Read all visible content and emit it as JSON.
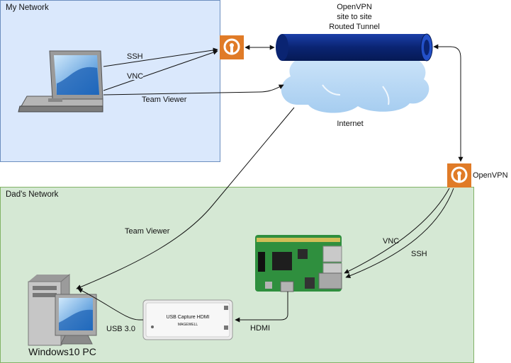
{
  "zones": {
    "my_network": "My Network",
    "dads_network": "Dad's Network"
  },
  "tunnel": {
    "title_line1": "OpenVPN",
    "title_line2": "site to site",
    "title_line3": "Routed Tunnel"
  },
  "internet_label": "Internet",
  "openvpn_gateway_label": "OpenVPN",
  "connections": {
    "ssh_top": "SSH",
    "vnc_top": "VNC",
    "teamviewer_top": "Team Viewer",
    "teamviewer_down": "Team Viewer",
    "vnc_right": "VNC",
    "ssh_right": "SSH",
    "hdmi": "HDMI",
    "usb": "USB 3.0"
  },
  "capture_device": {
    "label": "USB Capture HDMI",
    "brand": "MAGEWELL"
  },
  "pc_label": "Windows10 PC",
  "colors": {
    "my_network_fill": "#dae8fc",
    "my_network_stroke": "#6c8ebf",
    "dads_network_fill": "#d5e8d4",
    "dads_network_stroke": "#82b366",
    "openvpn_orange": "#e07b27",
    "tunnel_blue": "#0b2c8a",
    "cloud_blue": "#b9d8f5",
    "board_green": "#2e8b3c"
  }
}
